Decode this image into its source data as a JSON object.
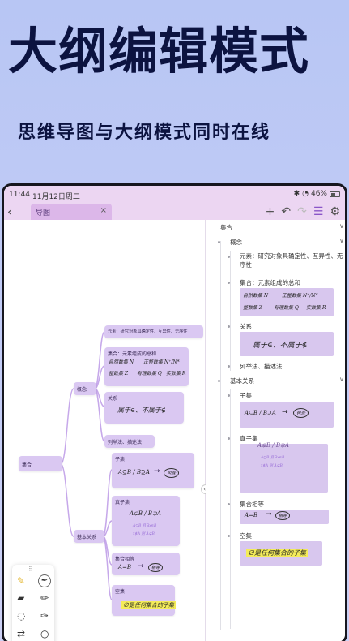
{
  "promo": {
    "title": "大纲编辑模式",
    "subtitle": "思维导图与大纲模式同时在线"
  },
  "status_bar": {
    "time": "11:44",
    "date": "11月12日周二",
    "battery": "46%"
  },
  "toolbar": {
    "tab_label": "导图",
    "close_glyph": "×",
    "back_glyph": "‹",
    "icons": [
      "plus-icon",
      "undo-icon",
      "redo-icon",
      "outline-list-icon",
      "settings-sliders-icon"
    ]
  },
  "mindmap": {
    "root": "集合",
    "concept": "概念",
    "relation": "基本关系",
    "element_node": "元素：研究对象具确定性、互异性、无序性",
    "set_node": "集合：元素组成的总和",
    "set_ink_1": "自然数集 N",
    "set_ink_2": "正整数集 N⁺/N*",
    "set_ink_3": "整数集 Z",
    "set_ink_4": "有理数集 Q",
    "set_ink_5": "实数集 R",
    "relation_node": "关系",
    "relation_ink": "属于∈、不属于∉",
    "method_node": "列举法、描述法",
    "subset_node": "子集",
    "subset_ink": "A⊆B / B⊇A",
    "subset_circle": "包含",
    "proper_node": "真子集",
    "proper_ink": "A⊊B / B⊋A",
    "proper_note_1": "A⊆B  且 ∃x∈B",
    "proper_note_2": "x∉A 则 A⊊B",
    "equal_node": "集合相等",
    "equal_ink": "A=B",
    "equal_circle": "相等",
    "empty_node": "空集",
    "empty_ink": "∅是任何集合的子集"
  },
  "outline": {
    "root": "集合",
    "concept": "概念",
    "element": "元素：研究对象具确定性、互异性、无序性",
    "set": "集合：元素组成的总和",
    "relation": "关系",
    "method": "列举法、描述法",
    "basic": "基本关系",
    "subset": "子集",
    "proper": "真子集",
    "equal": "集合相等",
    "empty": "空集"
  },
  "pen_tools": [
    "highlighter-icon",
    "fountain-pen-icon",
    "eraser-icon",
    "pen-icon",
    "lasso-icon",
    "marker-icon",
    "swap-icon",
    "shape-circle-icon"
  ],
  "colors": {
    "accent": "#8a56c8",
    "node_fill": "#dac8f2",
    "title_color": "#0c1340",
    "highlight": "#f4ec5a"
  }
}
